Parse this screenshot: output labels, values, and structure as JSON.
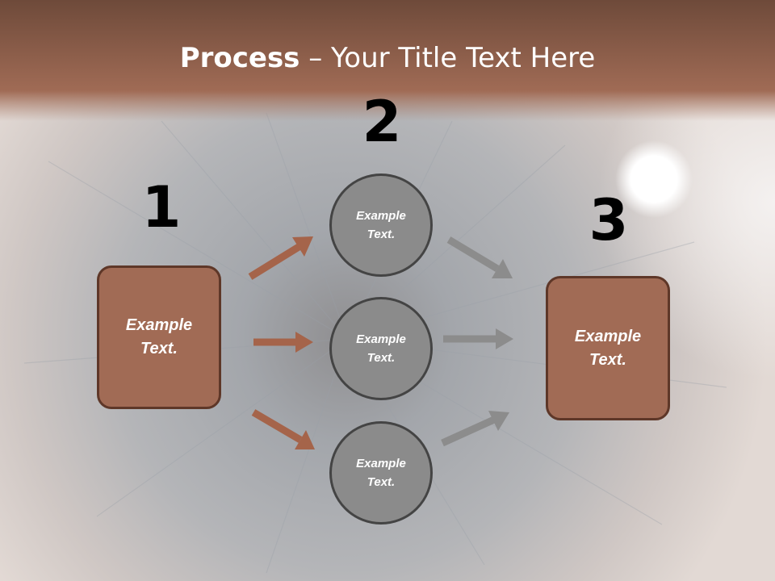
{
  "title": {
    "bold": "Process",
    "rest": " – Your Title Text Here"
  },
  "steps": {
    "one": "1",
    "two": "2",
    "three": "3"
  },
  "left_box": {
    "text": "Example\nText."
  },
  "circles": [
    {
      "text": "Example\nText."
    },
    {
      "text": "Example\nText."
    },
    {
      "text": "Example\nText."
    }
  ],
  "right_box": {
    "text": "Example\nText."
  },
  "colors": {
    "header_brown": "#8a5a44",
    "box_fill": "#a16b55",
    "box_border": "#5e3728",
    "circle_fill": "#8b8b8b",
    "brown_arrow": "#a5644a",
    "gray_arrow": "#8c8c8c"
  }
}
